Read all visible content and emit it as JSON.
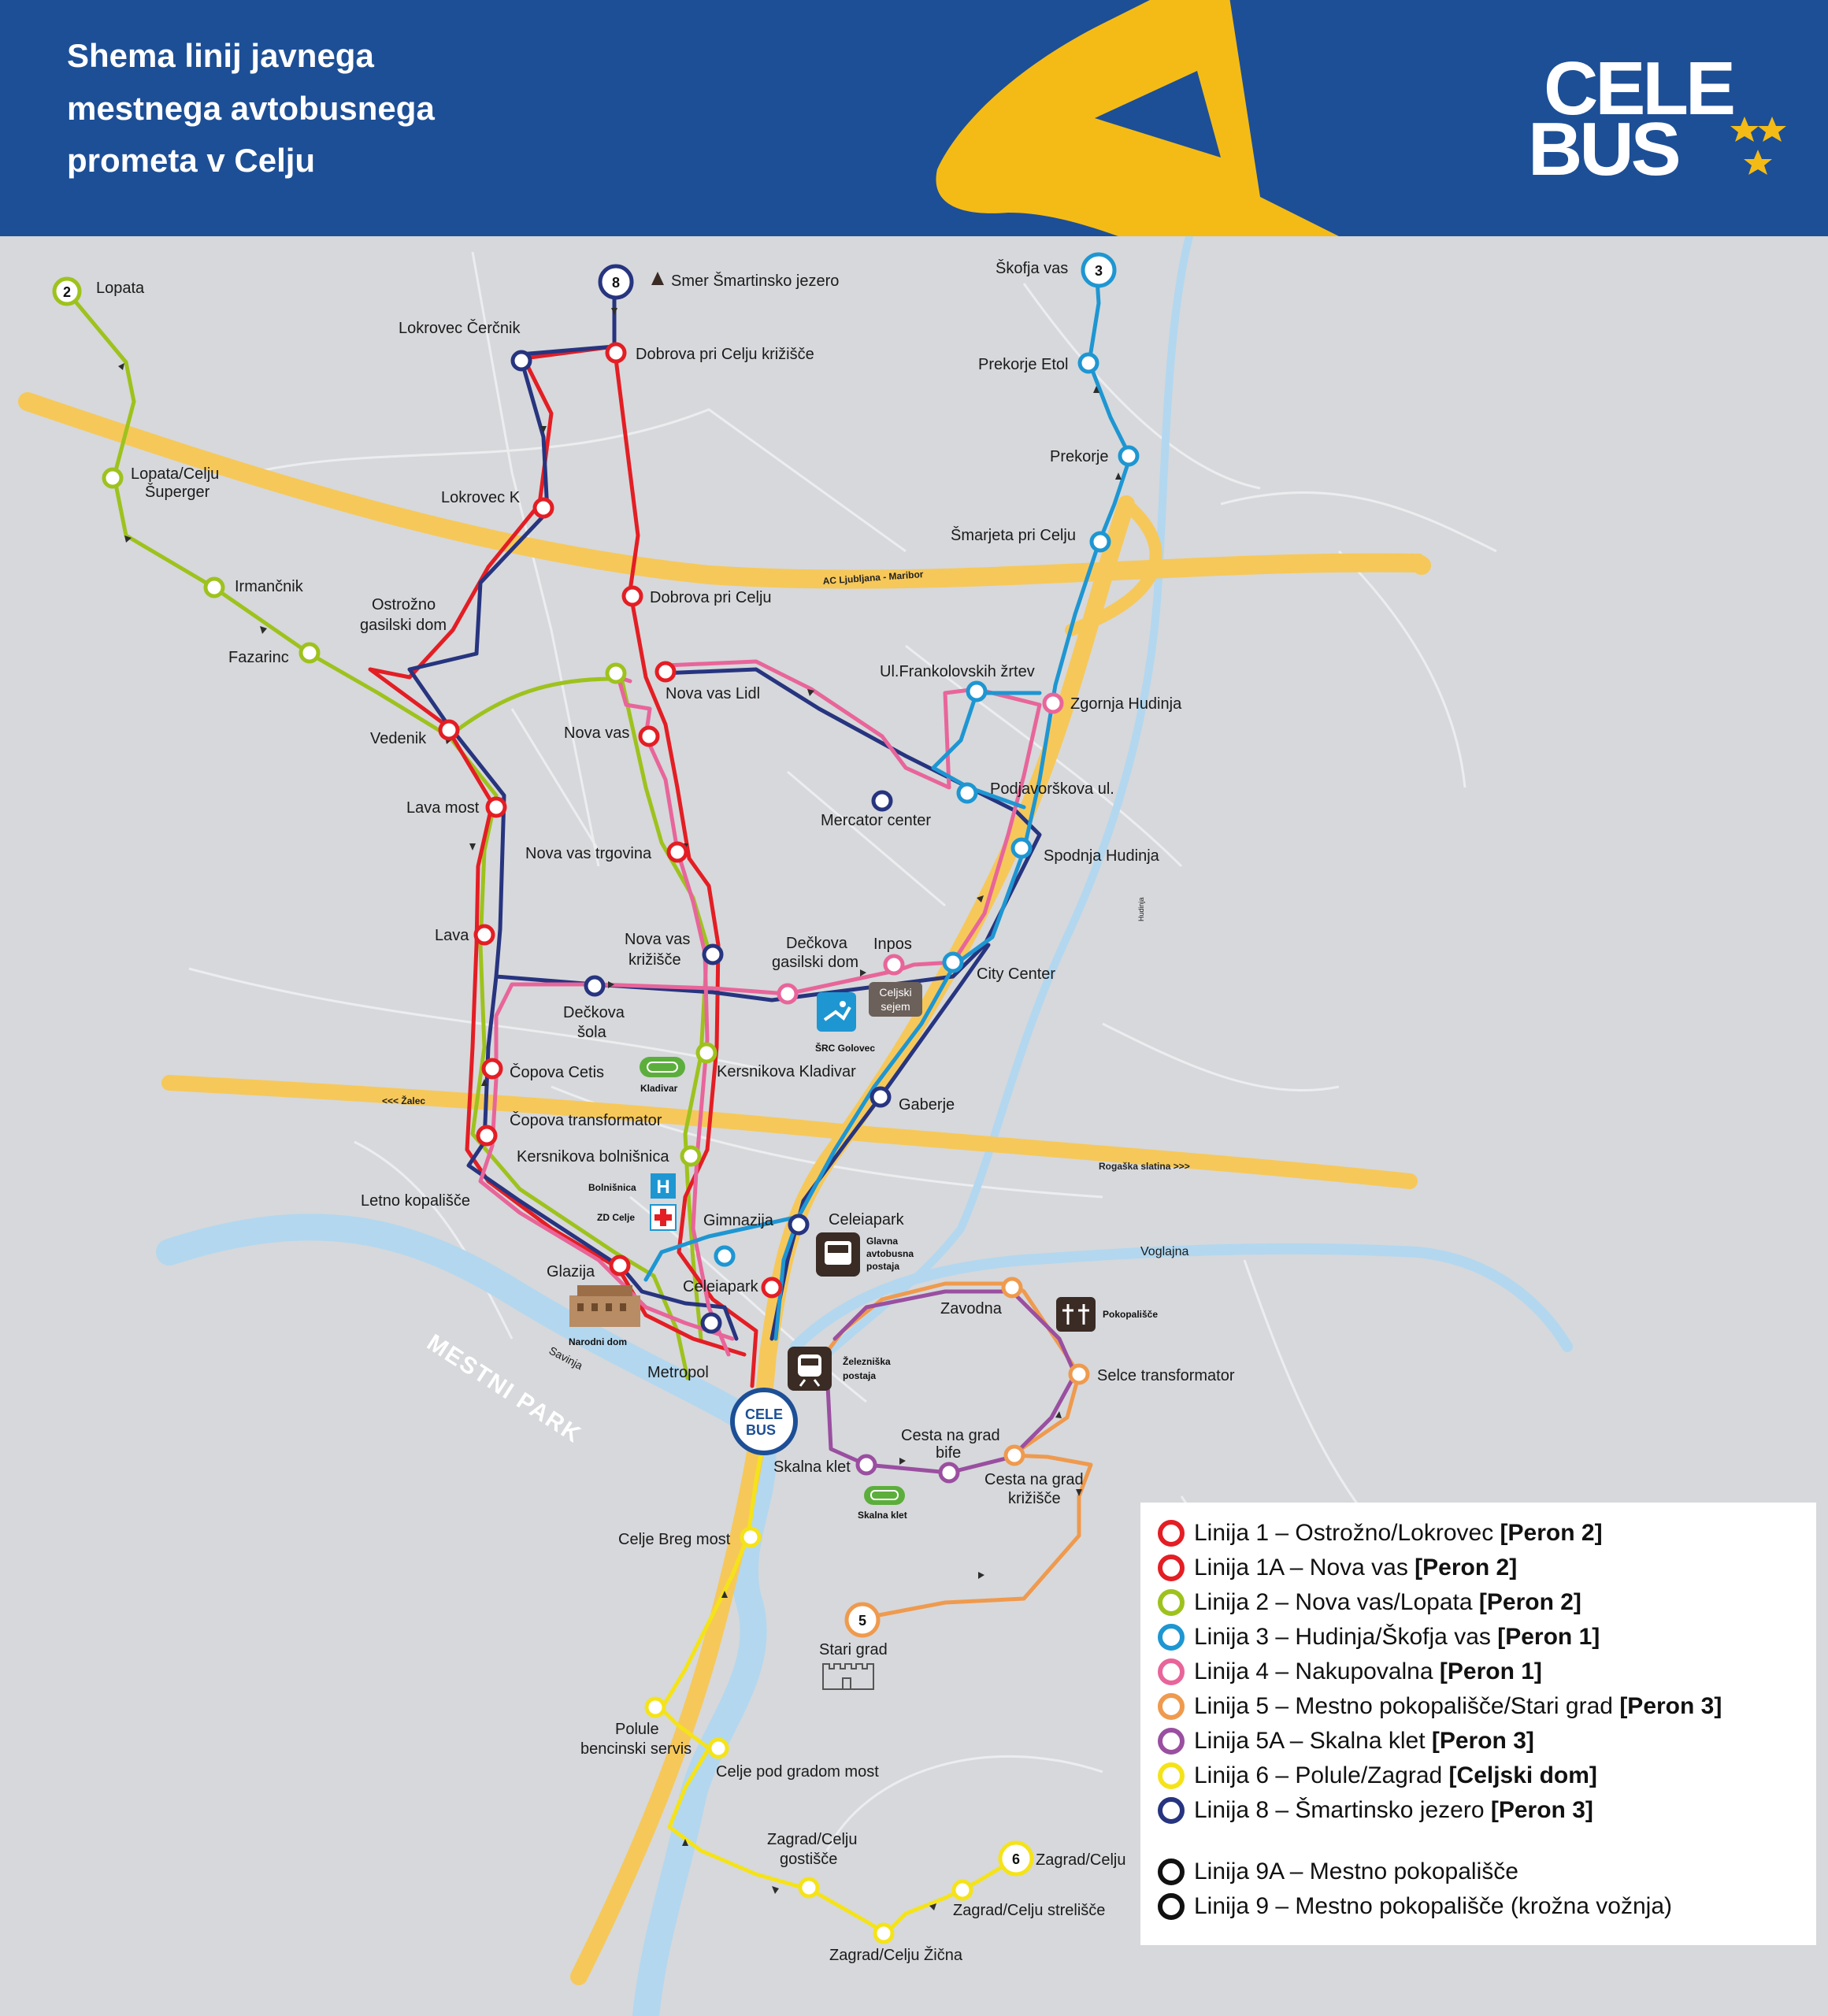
{
  "header": {
    "title_lines": [
      "Shema linij javnega",
      "mestnega avtobusnega",
      "prometa v Celju"
    ],
    "logo_top": "CELE",
    "logo_bottom": "BUS",
    "colors": {
      "header_bg": "#1d4f96",
      "accent": "#f4bb17"
    }
  },
  "roads": {
    "ac": "AC Ljubljana - Maribor",
    "zalec": "<<< Žalec",
    "rogaska": "Rogaška slatina >>>",
    "hudinja_river": "Hudinja",
    "voglajna_river": "Voglajna",
    "savinja_river": "Savinja",
    "park": "MESTNI PARK"
  },
  "line_badges": {
    "l2": "2",
    "l3": "3",
    "l5": "5",
    "l6": "6",
    "l8": "8"
  },
  "stops": {
    "lopata": "Lopata",
    "lopata_superger": [
      "Lopata/Celju",
      "Šuperger"
    ],
    "irmancnik": "Irmančnik",
    "fazarinc": "Fazarinc",
    "smer_smartinsko": "Smer Šmartinsko jezero",
    "lokrovec_cercnik": "Lokrovec Čerčnik",
    "dobrova_krizisce": "Dobrova pri Celju križišče",
    "lokrovec_k": "Lokrovec K",
    "ostrozno": [
      "Ostrožno",
      "gasilski dom"
    ],
    "dobrova": "Dobrova pri Celju",
    "nova_vas_lidl": "Nova vas Lidl",
    "nova_vas": "Nova vas",
    "vedenik": "Vedenik",
    "lava_most": "Lava most",
    "nova_vas_trgovina": "Nova vas trgovina",
    "lava": "Lava",
    "nova_vas_krizisce": [
      "Nova vas",
      "križišče"
    ],
    "deckova_gasilski": [
      "Dečkova",
      "gasilski dom"
    ],
    "inpos": "Inpos",
    "deckova_sola": [
      "Dečkova",
      "šola"
    ],
    "copova_cetis": "Čopova Cetis",
    "kersnikova_kladivar": "Kersnikova Kladivar",
    "copova_transformator": "Čopova transformator",
    "kersnikova_bolnisnica": "Kersnikova bolnišnica",
    "letno_kopalisce": "Letno kopališče",
    "gimnazija": "Gimnazija",
    "celeiapark_a": "Celeiapark",
    "celeiapark_b": "Celeiapark",
    "glazija": "Glazija",
    "metropol": "Metropol",
    "skofja_vas": "Škofja vas",
    "prekorje_etol": "Prekorje Etol",
    "prekorje": "Prekorje",
    "smarjeta": "Šmarjeta pri Celju",
    "frankolovskih": "Ul.Frankolovskih žrtev",
    "zgornja_hudinja": "Zgornja Hudinja",
    "mercator": "Mercator center",
    "podjavorskova": "Podjavorškova ul.",
    "spodnja_hudinja": "Spodnja Hudinja",
    "city_center": "City Center",
    "gaberje": "Gaberje",
    "zavodna": "Zavodna",
    "selce": "Selce transformator",
    "cesta_bife": [
      "Cesta na grad",
      "bife"
    ],
    "cesta_krizisce": [
      "Cesta na grad",
      "križišče"
    ],
    "skalna_klet": "Skalna klet",
    "celje_breg": "Celje Breg most",
    "stari_grad": "Stari grad",
    "polule": [
      "Polule",
      "bencinski servis"
    ],
    "pod_gradom": "Celje pod gradom most",
    "zagrad_gostisce": [
      "Zagrad/Celju",
      "gostišče"
    ],
    "zagrad_celju": "Zagrad/Celju",
    "zagrad_strelisce": "Zagrad/Celju strelišče",
    "zagrad_zicna": "Zagrad/Celju Žična"
  },
  "landmarks": {
    "kladivar": "Kladivar",
    "src_golovec": "ŠRC Golovec",
    "celjski_sejem": [
      "Celjski",
      "sejem"
    ],
    "bolnisnica": "Bolnišnica",
    "zd_celje": "ZD Celje",
    "avtobusna": [
      "Glavna",
      "avtobusna",
      "postaja"
    ],
    "narodni_dom": "Narodni dom",
    "zelezniska": [
      "Železniška",
      "postaja"
    ],
    "pokopalisce": "Pokopališče",
    "skalna_klet_park": "Skalna klet"
  },
  "legend": [
    {
      "color": "#e31e24",
      "name": "Linija 1 – Ostrožno/Lokrovec ",
      "peron": "[Peron 2]"
    },
    {
      "color": "#e31e24",
      "name": "Linija 1A – Nova vas ",
      "peron": "[Peron 2]"
    },
    {
      "color": "#9ec21d",
      "name": "Linija 2 – Nova vas/Lopata ",
      "peron": "[Peron 2]"
    },
    {
      "color": "#1e96d2",
      "name": "Linija 3 – Hudinja/Škofja vas ",
      "peron": "[Peron 1]"
    },
    {
      "color": "#e8659a",
      "name": "Linija 4 – Nakupovalna ",
      "peron": "[Peron 1]"
    },
    {
      "color": "#ef9a4e",
      "name": "Linija 5 – Mestno pokopališče/Stari grad ",
      "peron": "[Peron 3]"
    },
    {
      "color": "#9a4fa0",
      "name": "Linija 5A – Skalna klet ",
      "peron": "[Peron 3]"
    },
    {
      "color": "#f5e31a",
      "name": "Linija 6 – Polule/Zagrad ",
      "peron": "[Celjski dom]"
    },
    {
      "color": "#27347f",
      "name": "Linija 8 – Šmartinsko jezero ",
      "peron": "[Peron 3]"
    },
    {
      "color": "#111111",
      "name": "Linija 9A – Mestno pokopališče",
      "peron": ""
    },
    {
      "color": "#111111",
      "name": "Linija 9 – Mestno pokopališče (krožna vožnja)",
      "peron": ""
    }
  ]
}
